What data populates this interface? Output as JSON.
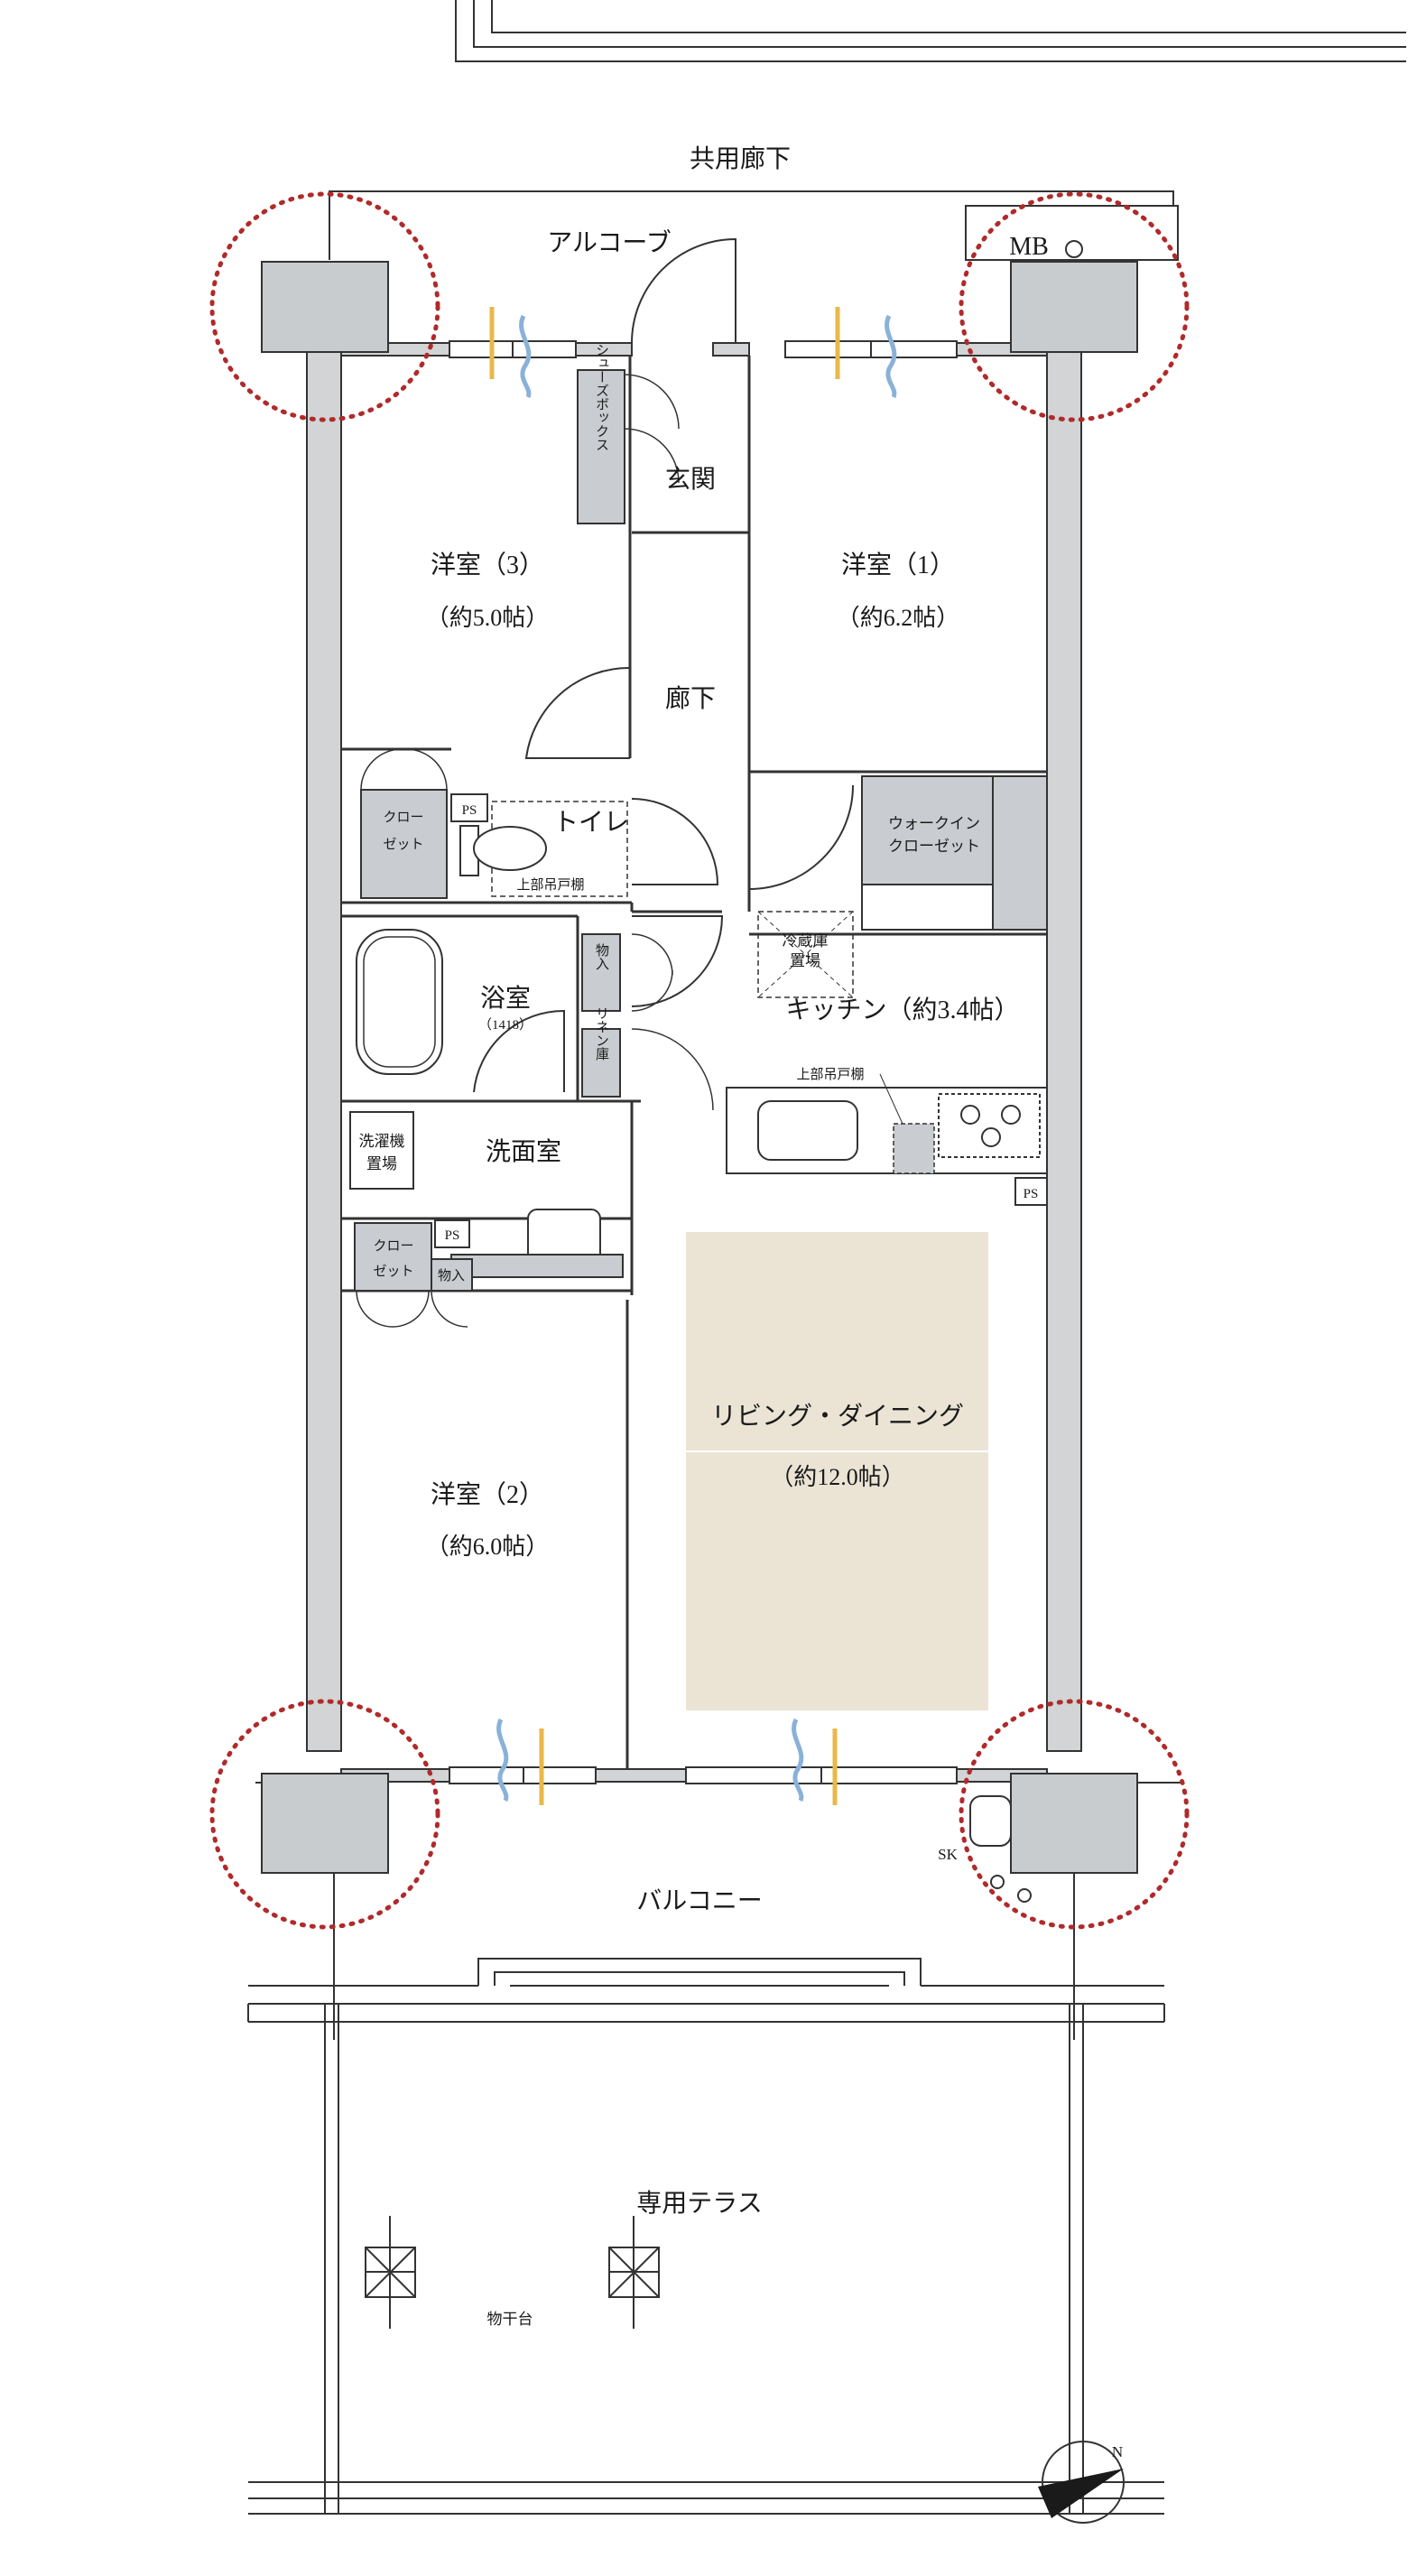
{
  "labels": {
    "corridor_common": "共用廊下",
    "alcove": "アルコーブ",
    "mb": "MB",
    "shoe_box": "シューズボックス",
    "entrance": "玄関",
    "western3": "洋室（3）",
    "western3_size": "（約5.0帖）",
    "western1": "洋室（1）",
    "western1_size": "（約6.2帖）",
    "hallway": "廊下",
    "closet_a1": "クロー",
    "closet_a2": "ゼット",
    "ps": "PS",
    "toilet": "トイレ",
    "upper_cabinet": "上部吊戸棚",
    "walkin1": "ウォークイン",
    "walkin2": "クローゼット",
    "fridge1": "冷蔵庫",
    "fridge2": "置場",
    "bath": "浴室",
    "bath_size": "（1418）",
    "storage": "物入",
    "linen": "リネン庫",
    "kitchen": "キッチン（約3.4帖）",
    "upper_cabinet_k": "上部吊戸棚",
    "washer1": "洗濯機",
    "washer2": "置場",
    "washroom": "洗面室",
    "storage2": "物入",
    "living": "リビング・ダイニング",
    "living_size": "（約12.0帖）",
    "western2": "洋室（2）",
    "western2_size": "（約6.0帖）",
    "sk": "SK",
    "balcony": "バルコニー",
    "terrace": "専用テラス",
    "drying_stand": "物干台",
    "north": "N"
  },
  "colors": {
    "wall": "#d2d4d5",
    "wall_stroke": "#333333",
    "storage_fill": "#c9ccd0",
    "living_floor": "#ebe4d5",
    "highlight_circle": "#b02a2a",
    "air_warm": "#e8b84a",
    "air_cool": "#8ab1d8"
  }
}
